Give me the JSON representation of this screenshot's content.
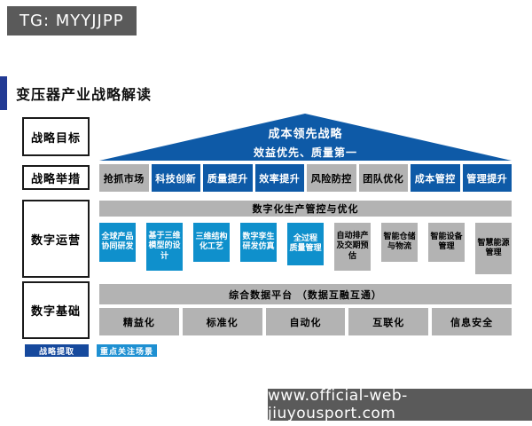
{
  "header": {
    "badge": "TG: MYYJJPP"
  },
  "title": "变压器产业战略解读",
  "diagram": {
    "row_labels": [
      "战略目标",
      "战略举措",
      "数字运营",
      "数字基础"
    ],
    "roof": {
      "line1": "成本领先战略",
      "line2": "效益优先、质量第一"
    },
    "measures": [
      {
        "label": "抢抓市场",
        "type": "gray"
      },
      {
        "label": "科技创新",
        "type": "blue"
      },
      {
        "label": "质量提升",
        "type": "blue"
      },
      {
        "label": "效率提升",
        "type": "blue"
      },
      {
        "label": "风险防控",
        "type": "gray"
      },
      {
        "label": "团队优化",
        "type": "gray"
      },
      {
        "label": "成本管控",
        "type": "blue"
      },
      {
        "label": "管理提升",
        "type": "blue"
      }
    ],
    "ops_header": "数字化生产管控与优化",
    "ops_items": [
      {
        "label": "全球产品\n协同研发",
        "type": "cyan"
      },
      {
        "label": "基于三维\n模型的设\n计",
        "type": "cyan"
      },
      {
        "label": "三维结构\n化工艺",
        "type": "cyan"
      },
      {
        "label": "数字孪生\n研发仿真",
        "type": "cyan"
      },
      {
        "label": "全过程\n质量管理",
        "type": "cyan"
      },
      {
        "label": "自动排产\n及交期预\n估",
        "type": "gray"
      },
      {
        "label": "智能仓储\n与物流",
        "type": "gray"
      },
      {
        "label": "智能设备\n管理",
        "type": "gray"
      },
      {
        "label": "智慧能源\n管理",
        "type": "gray"
      }
    ],
    "platform_bar": "综合数据平台 （数据互融互通）",
    "foundation_items": [
      "精益化",
      "标准化",
      "自动化",
      "互联化",
      "信息安全"
    ],
    "legend": [
      {
        "label": "战略提取",
        "color": "#16499d"
      },
      {
        "label": "重点关注场景",
        "color": "#1e90d2"
      }
    ]
  },
  "footer": {
    "url": "www.official-web-jiuyousport.com"
  },
  "colors": {
    "badge_bg": "#5a5a5a",
    "title_accent": "#223a94",
    "primary_blue": "#0e5aa7",
    "cyan_blue": "#0f90cc",
    "gray_box": "#b3b3b3",
    "legend_dark_blue": "#16499d",
    "legend_light_blue": "#1e90d2"
  }
}
